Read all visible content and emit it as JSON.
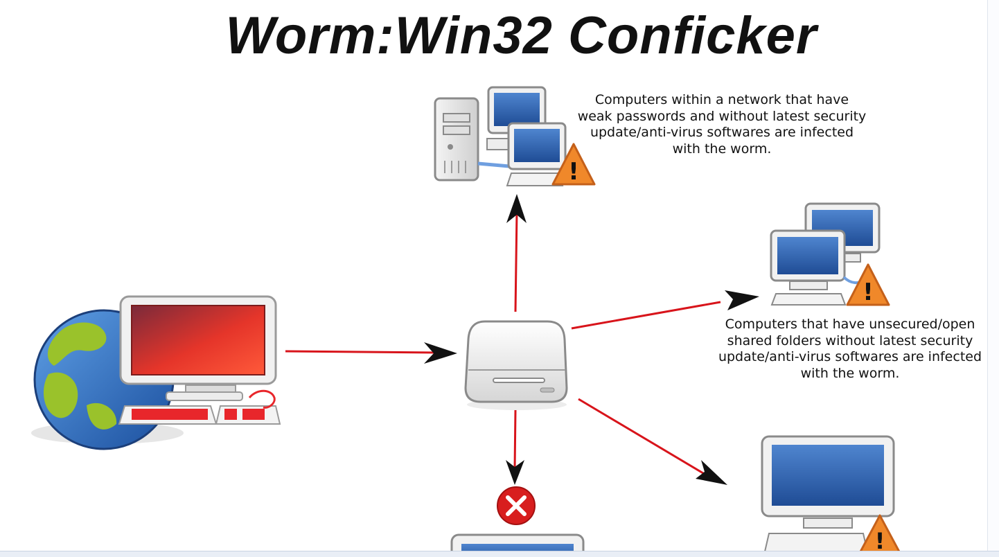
{
  "title": "Worm:Win32 Conficker",
  "captions": {
    "top": "Computers within a network that have weak passwords and without latest security update/anti-virus softwares are infected with the worm.",
    "right": "Computers that have unsecured/open shared folders without latest security update/anti-virus softwares are infected with the worm."
  },
  "icons": {
    "source": "infected-computer-globe-icon",
    "hub": "removable-drive-icon",
    "top": "network-computers-warning-icon",
    "right": "networked-computers-warning-icon",
    "bottom_right": "computer-warning-icon",
    "bottom": "blocked-computer-icon"
  },
  "warning_symbol": "!",
  "blocked_symbol": "✕",
  "colors": {
    "arrow_line": "#d8141b",
    "arrow_head": "#111111",
    "infected_screen": "#e5352a",
    "screen": "#2f5fa6",
    "warning": "#f0882a",
    "blocked": "#d81e1e"
  }
}
